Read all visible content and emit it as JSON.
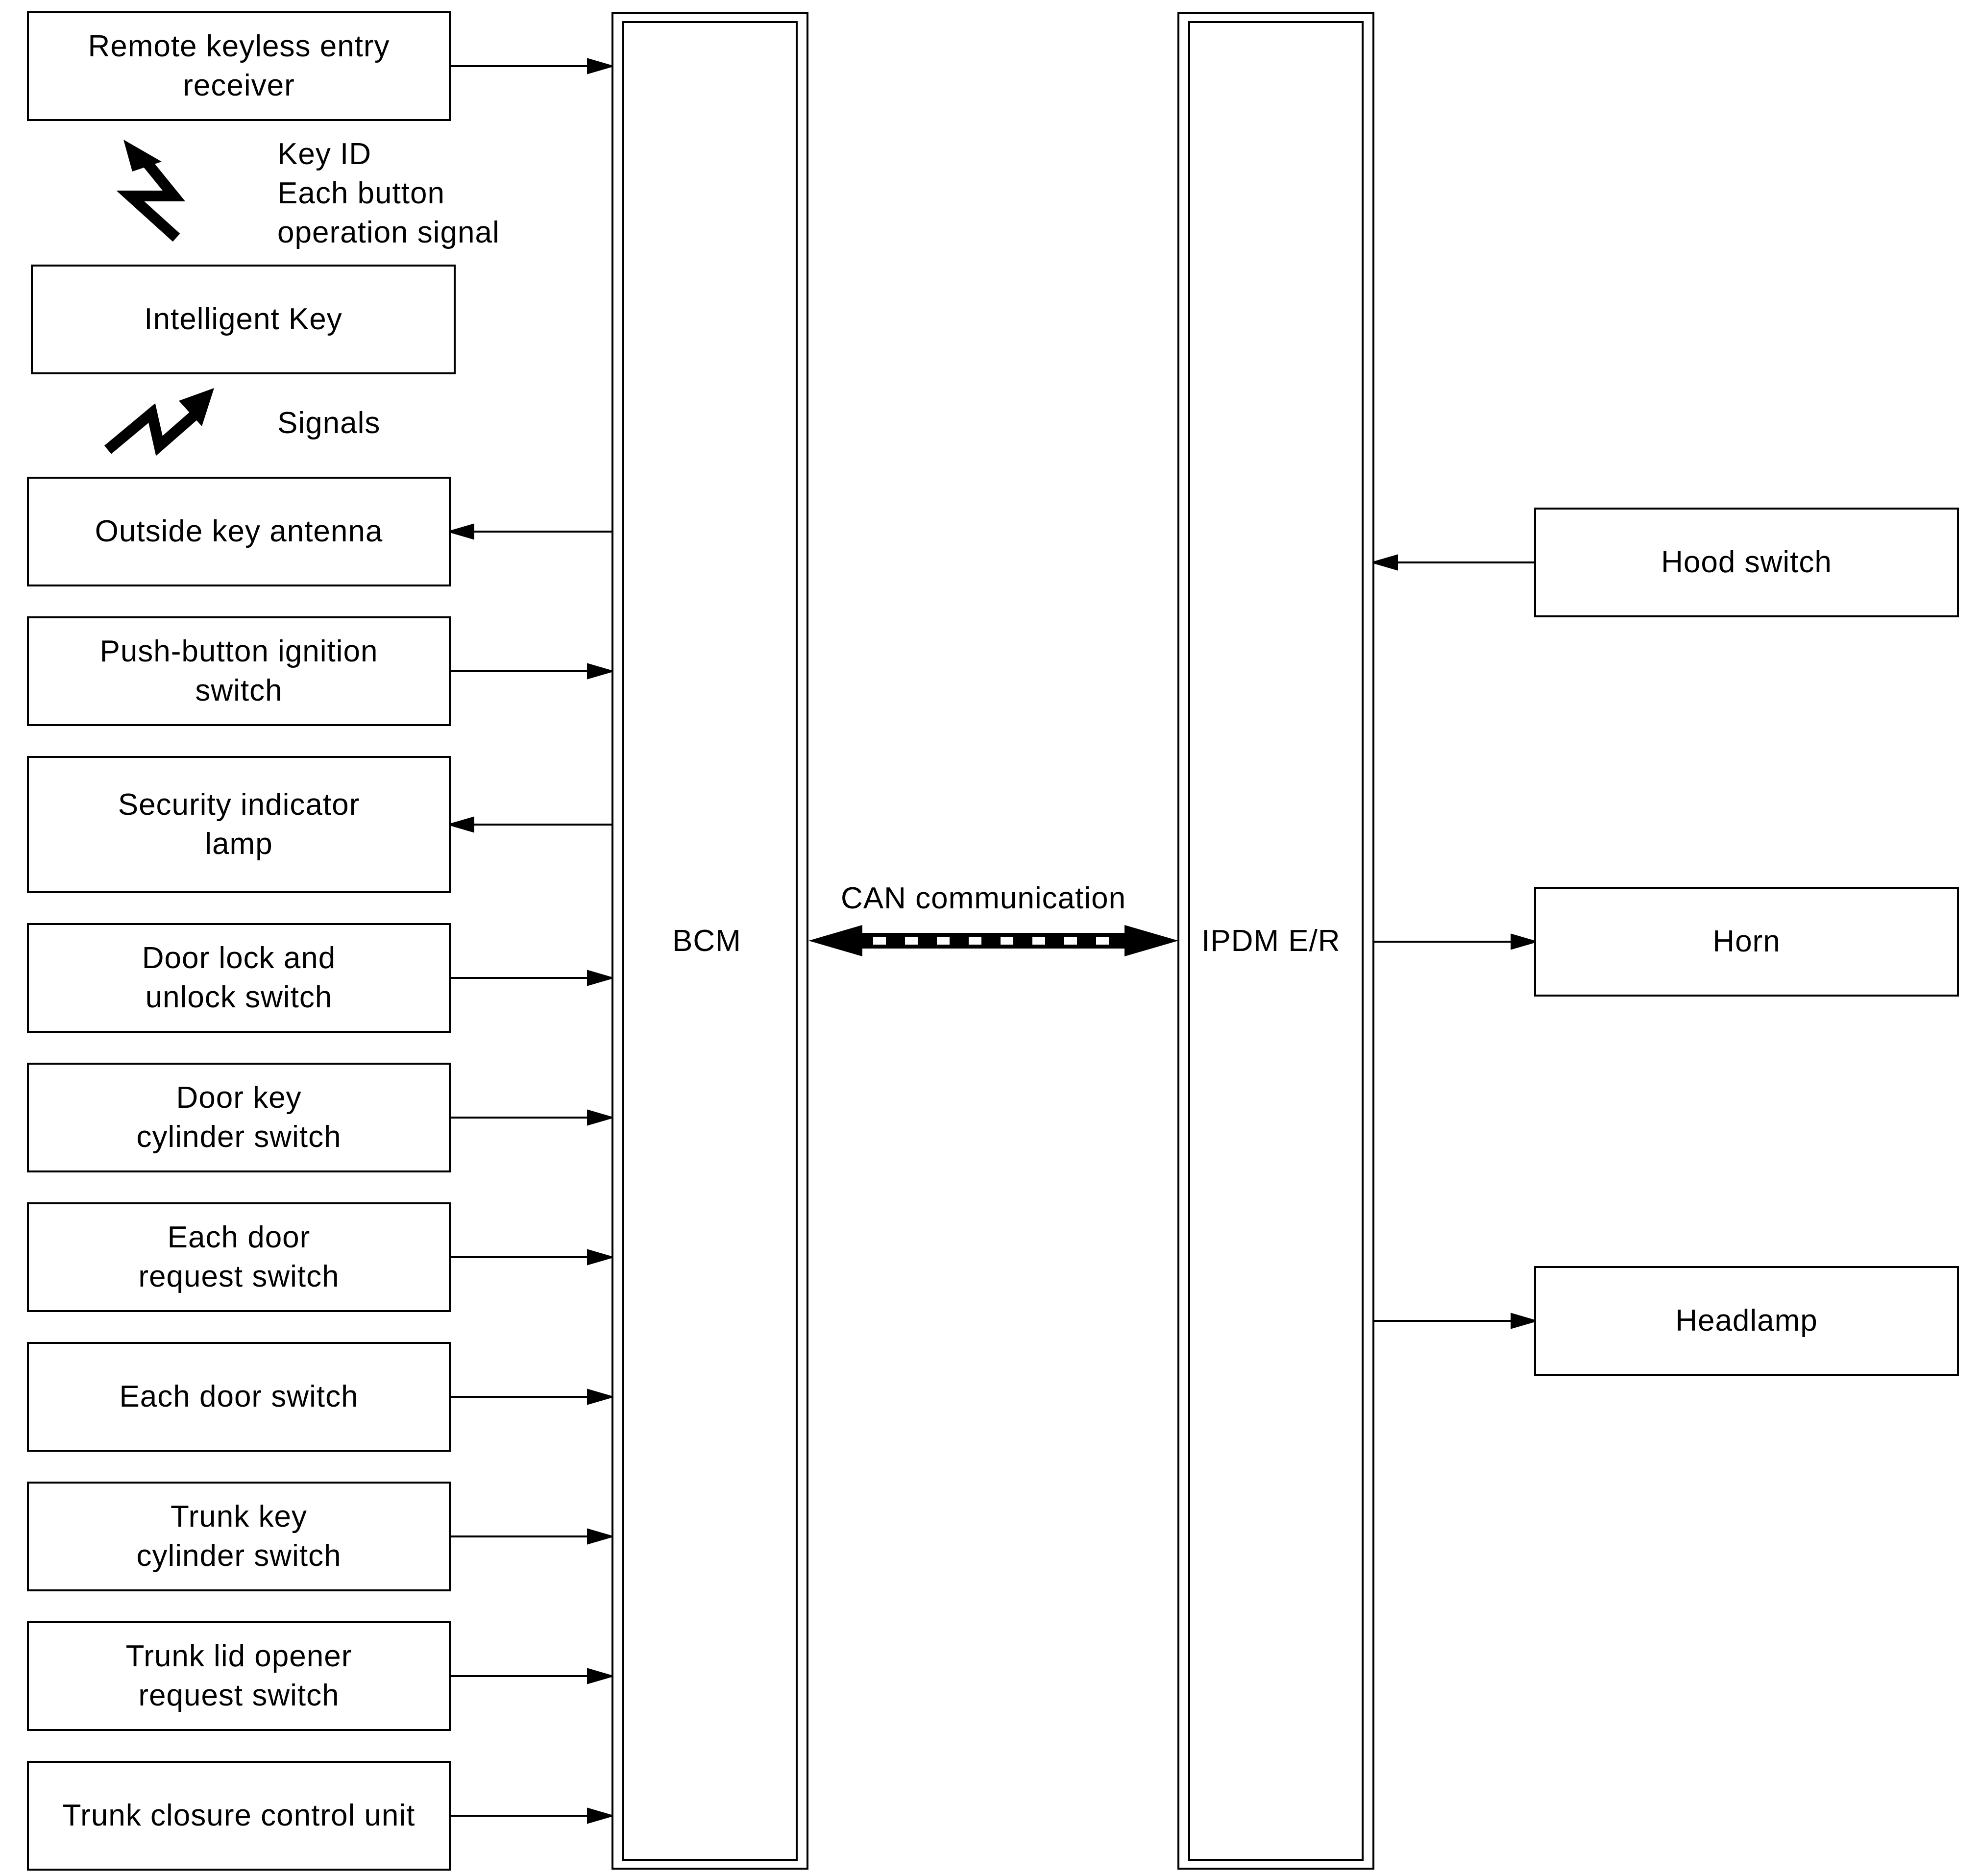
{
  "left_blocks": {
    "remote_keyless": "Remote keyless entry\nreceiver",
    "intelligent_key": "Intelligent Key",
    "outside_antenna": "Outside key antenna",
    "push_button": "Push-button ignition\nswitch",
    "security_lamp": "Security indicator\nlamp",
    "door_lock_switch": "Door lock and\nunlock switch",
    "door_key_cylinder": "Door key\ncylinder switch",
    "door_request": "Each door\nrequest switch",
    "door_switch": "Each door switch",
    "trunk_key_cylinder": "Trunk key\ncylinder switch",
    "trunk_lid_opener": "Trunk lid opener\nrequest switch",
    "trunk_closure": "Trunk closure control unit"
  },
  "wireless": {
    "key_signal_label": "Key ID\nEach button\noperation signal",
    "signals_label": "Signals"
  },
  "modules": {
    "bcm": "BCM",
    "ipdm": "IPDM E/R",
    "can_label": "CAN communication"
  },
  "right_blocks": {
    "hood_switch": "Hood switch",
    "horn": "Horn",
    "headlamp": "Headlamp"
  }
}
